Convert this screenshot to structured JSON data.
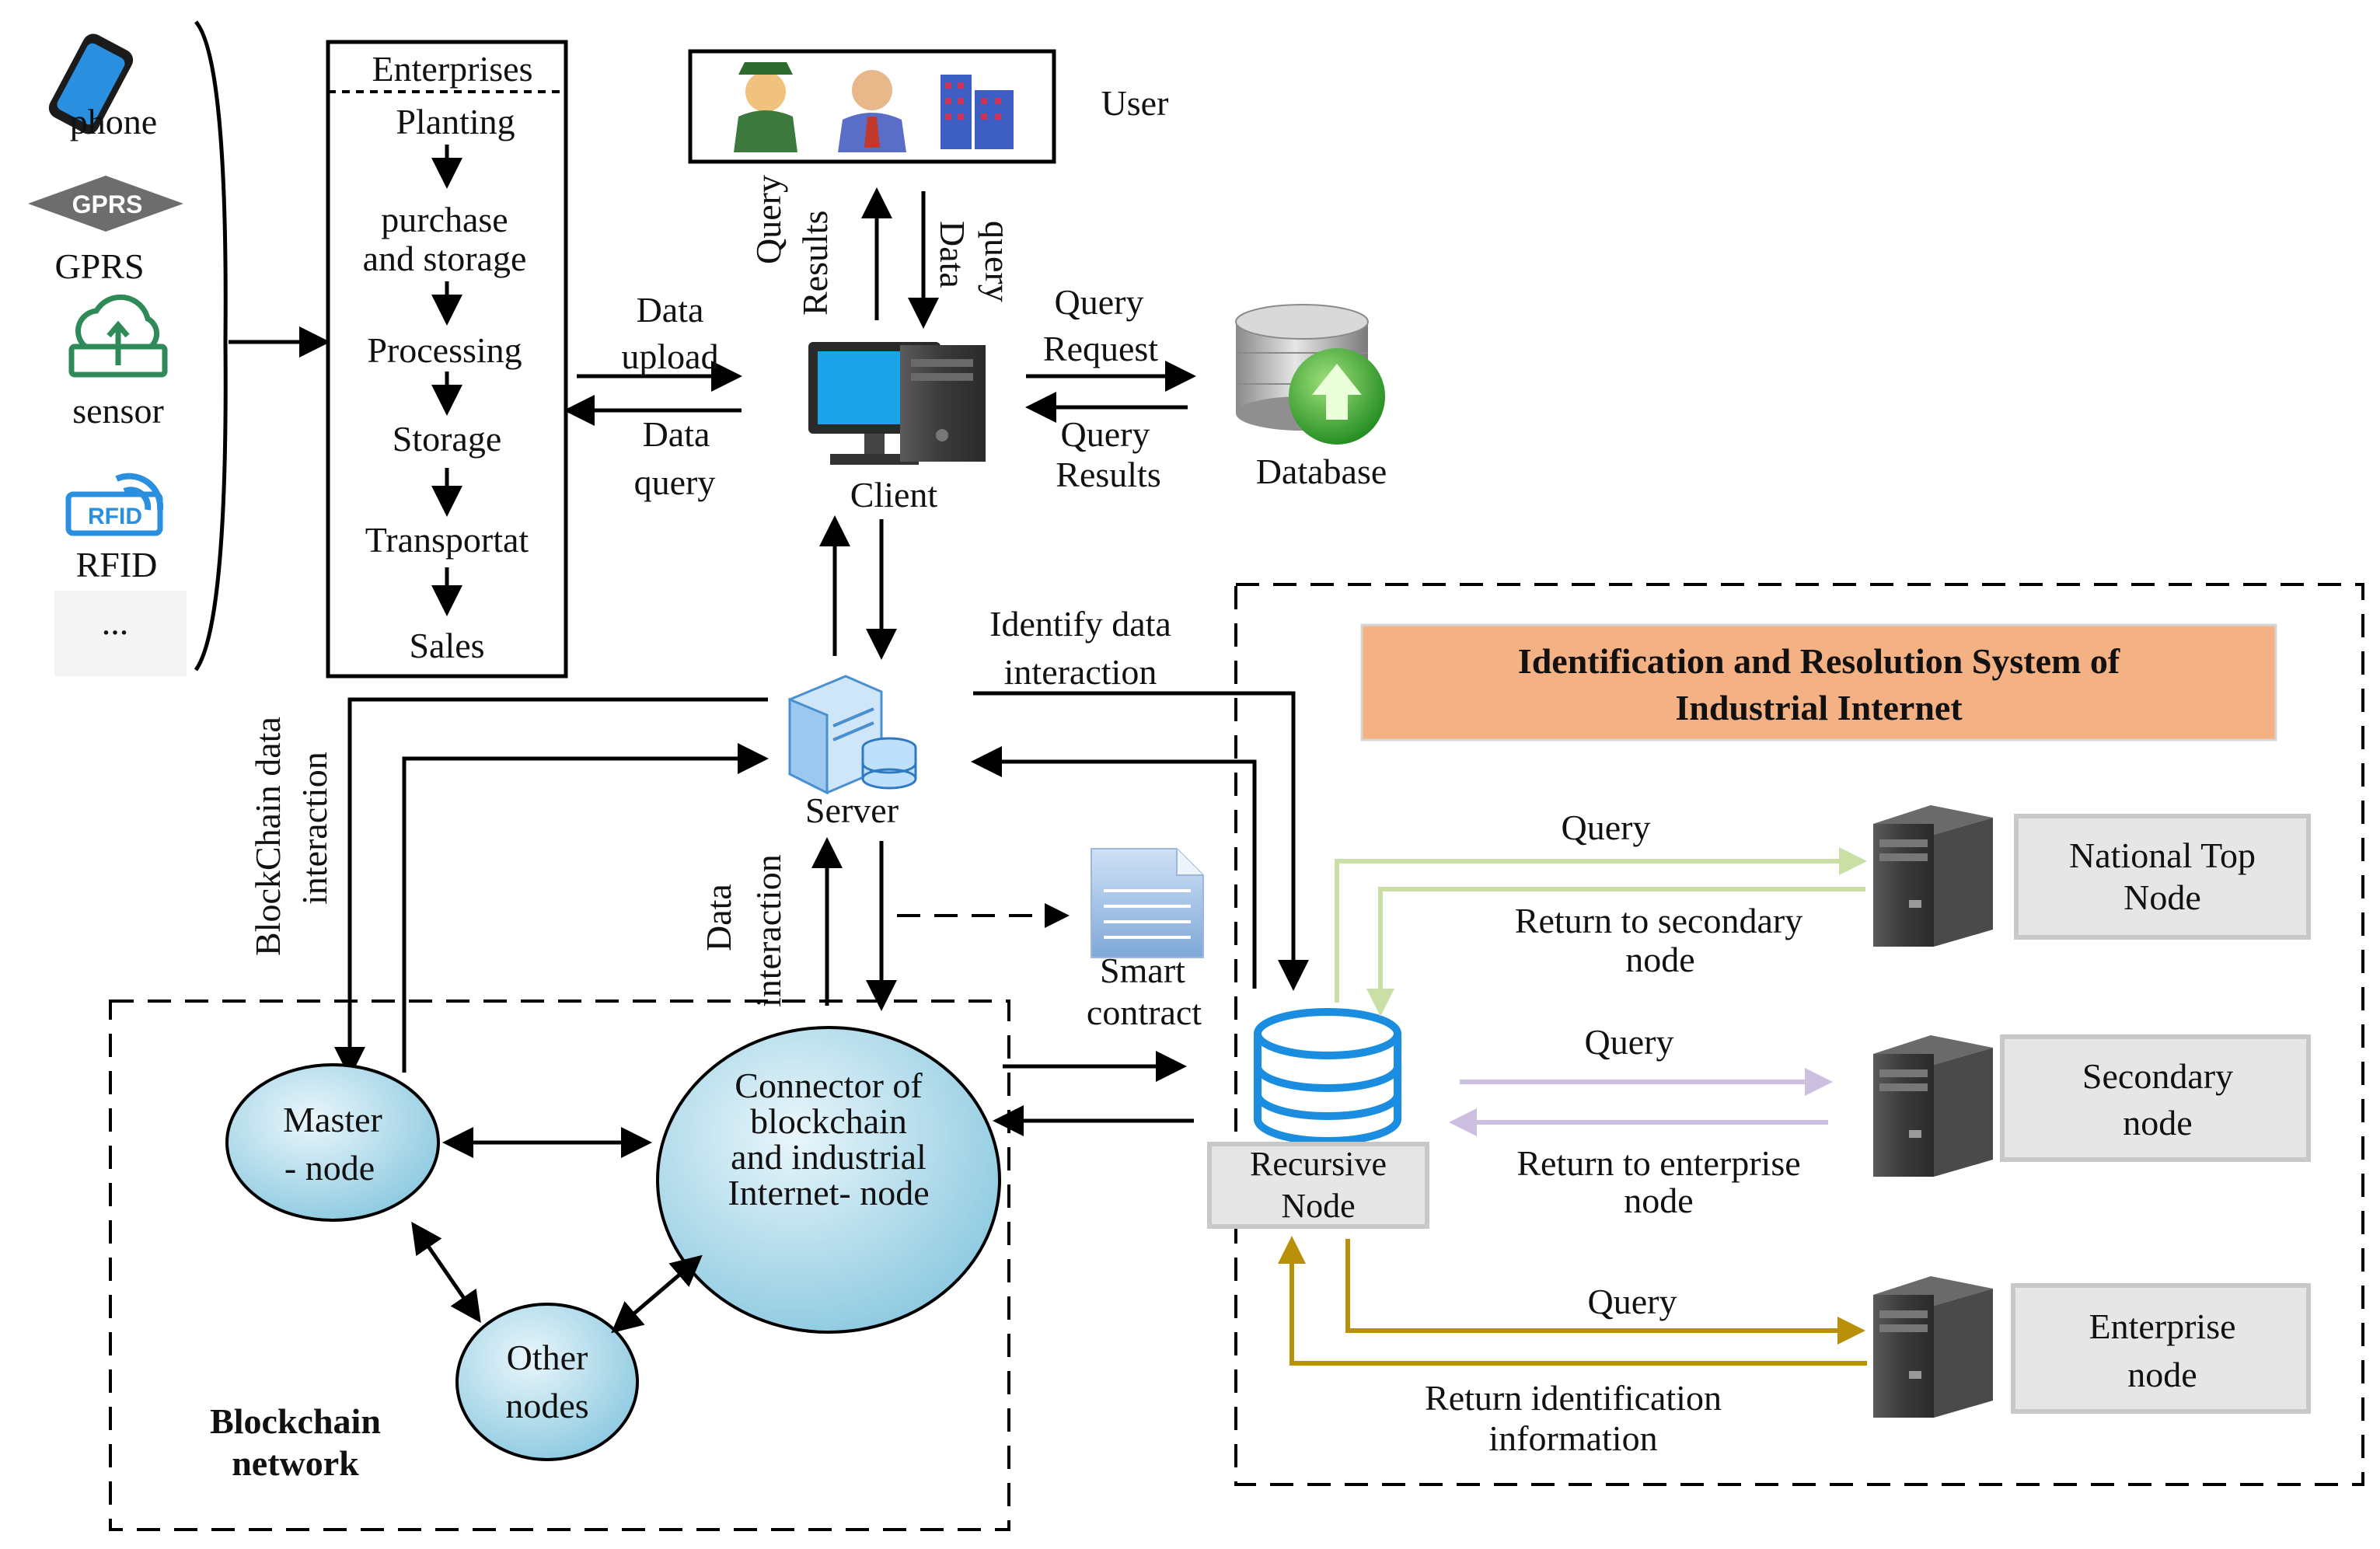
{
  "devices": {
    "phone": "phone",
    "gprs_badge": "GPRS",
    "gprs": "GPRS",
    "sensor": "sensor",
    "rfid_badge": "RFID",
    "rfid": "RFID",
    "more": "..."
  },
  "enterprises": {
    "title": "Enterprises",
    "steps": [
      "Planting",
      "purchase",
      "and storage",
      "Processing",
      "Storage",
      "Transportat",
      "Sales"
    ]
  },
  "user": {
    "label": "User"
  },
  "client": {
    "label": "Client",
    "data_upload": [
      "Data",
      "upload"
    ],
    "data_query": [
      "Data",
      "query"
    ],
    "query_results_vertical": [
      "Query",
      "Results"
    ],
    "data_query_vertical": [
      "Data",
      "query"
    ],
    "query_request": [
      "Query",
      "Request"
    ],
    "query_results": [
      "Query",
      "Results"
    ]
  },
  "database": {
    "label": "Database"
  },
  "server": {
    "label": "Server",
    "identify": [
      "Identify data",
      "interaction"
    ],
    "blockchain_interaction": [
      "BlockChain data",
      "interaction"
    ],
    "data_interaction": [
      "Data",
      "interaction"
    ]
  },
  "smart_contract": {
    "label": [
      "Smart",
      "contract"
    ]
  },
  "blockchain": {
    "title": [
      "Blockchain",
      "network"
    ],
    "master": [
      "Master",
      "- node"
    ],
    "connector": [
      "Connector of",
      "blockchain",
      "and industrial",
      "Internet- node"
    ],
    "other": [
      "Other",
      "nodes"
    ]
  },
  "iirs": {
    "title": [
      "Identification and Resolution System of",
      "Industrial Internet"
    ],
    "recursive": [
      "Recursive",
      "Node"
    ],
    "national": [
      "National Top",
      "Node"
    ],
    "secondary": [
      "Secondary",
      "node"
    ],
    "enterprise": [
      "Enterprise",
      "node"
    ],
    "q1": "Query",
    "r1": [
      "Return to secondary",
      "node"
    ],
    "q2": "Query",
    "r2": [
      "Return to enterprise",
      "node"
    ],
    "q3": "Query",
    "r3": [
      "Return identification",
      "information"
    ]
  },
  "colors": {
    "green_line": "#c9dfa6",
    "purple_line": "#cdbfe0",
    "gold_line": "#b8900a",
    "title_fill": "#f4b183",
    "node_box": "#e2e2e2",
    "ellipse": "#9fd3e6"
  }
}
